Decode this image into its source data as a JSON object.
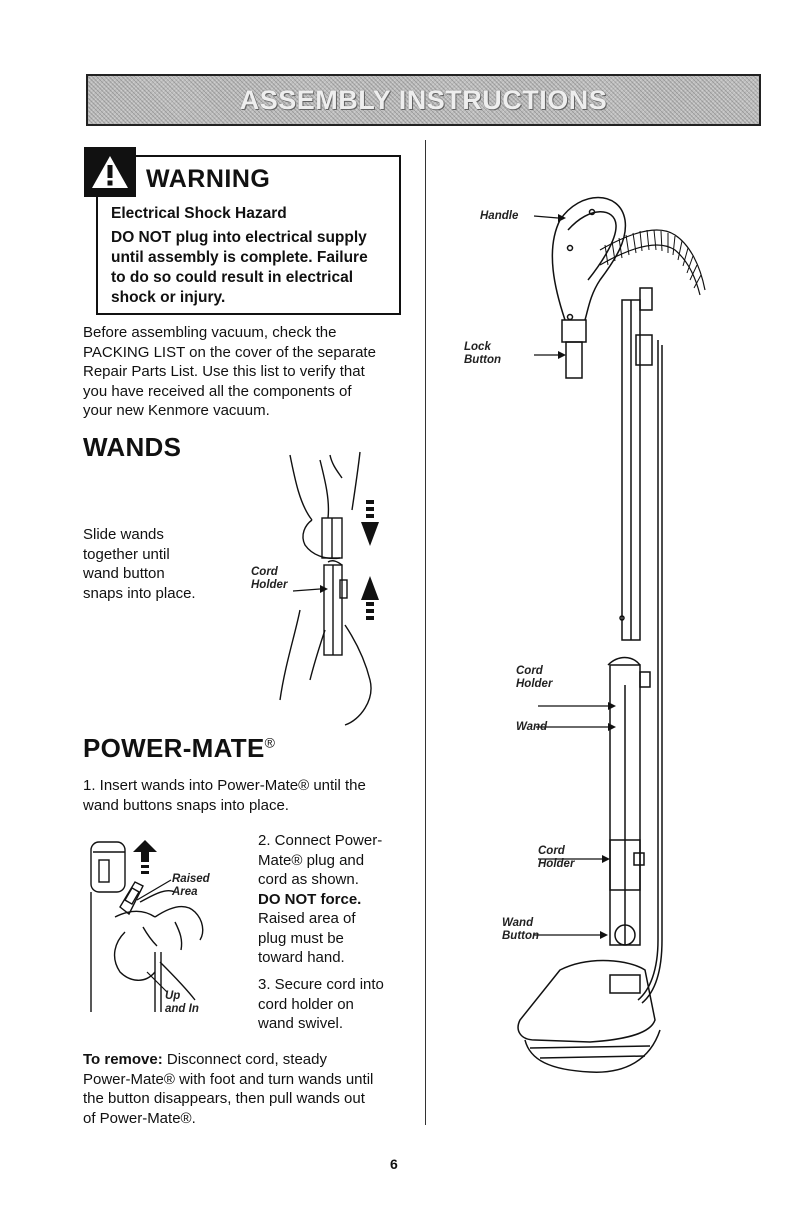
{
  "banner": {
    "title": "ASSEMBLY INSTRUCTIONS"
  },
  "warning": {
    "heading": "WARNING",
    "subtitle": "Electrical Shock Hazard",
    "lines": [
      "DO NOT plug into electrical supply",
      "until assembly is complete. Failure",
      "to do so could result in electrical",
      "shock or injury."
    ]
  },
  "intro": {
    "lines": [
      "Before assembling vacuum, check the",
      "PACKING LIST on the cover of the separate",
      "Repair Parts List. Use this list to verify that",
      "you have received all the components of",
      "your new Kenmore vacuum."
    ]
  },
  "wands": {
    "title": "WANDS",
    "lines": [
      "Slide wands",
      "together until",
      "wand button",
      "snaps into place."
    ],
    "cord_holder_label": [
      "Cord",
      "Holder"
    ]
  },
  "power_mate": {
    "title": "POWER-MATE",
    "title_mark": "®",
    "step1_lines": [
      "1. Insert wands into Power-Mate® until the",
      "wand buttons snaps into place."
    ],
    "step2": {
      "lines": [
        "2. Connect Power-",
        "Mate® plug and",
        "cord as shown."
      ],
      "bold_line": "DO NOT force.",
      "rest_lines": [
        "Raised area of",
        "plug must be",
        "toward hand."
      ]
    },
    "step3_lines": [
      "3. Secure cord into",
      "cord holder on",
      "wand swivel."
    ],
    "raised_area_label": [
      "Raised",
      "Area"
    ],
    "up_and_in_label": [
      "Up",
      "and In"
    ],
    "remove": {
      "label": "To remove:",
      "first_line_rest": " Disconnect cord, steady",
      "lines": [
        "Power-Mate® with foot and turn wands until",
        "the button disappears, then pull wands out",
        "of Power-Mate®."
      ]
    }
  },
  "diagram": {
    "handle_label": "Handle",
    "lock_button_label": [
      "Lock",
      "Button"
    ],
    "cord_holder_upper_label": [
      "Cord",
      "Holder"
    ],
    "wand_label": "Wand",
    "cord_holder_lower_label": [
      "Cord",
      "Holder"
    ],
    "wand_button_label": [
      "Wand",
      "Button"
    ]
  },
  "page": {
    "number": "6"
  }
}
